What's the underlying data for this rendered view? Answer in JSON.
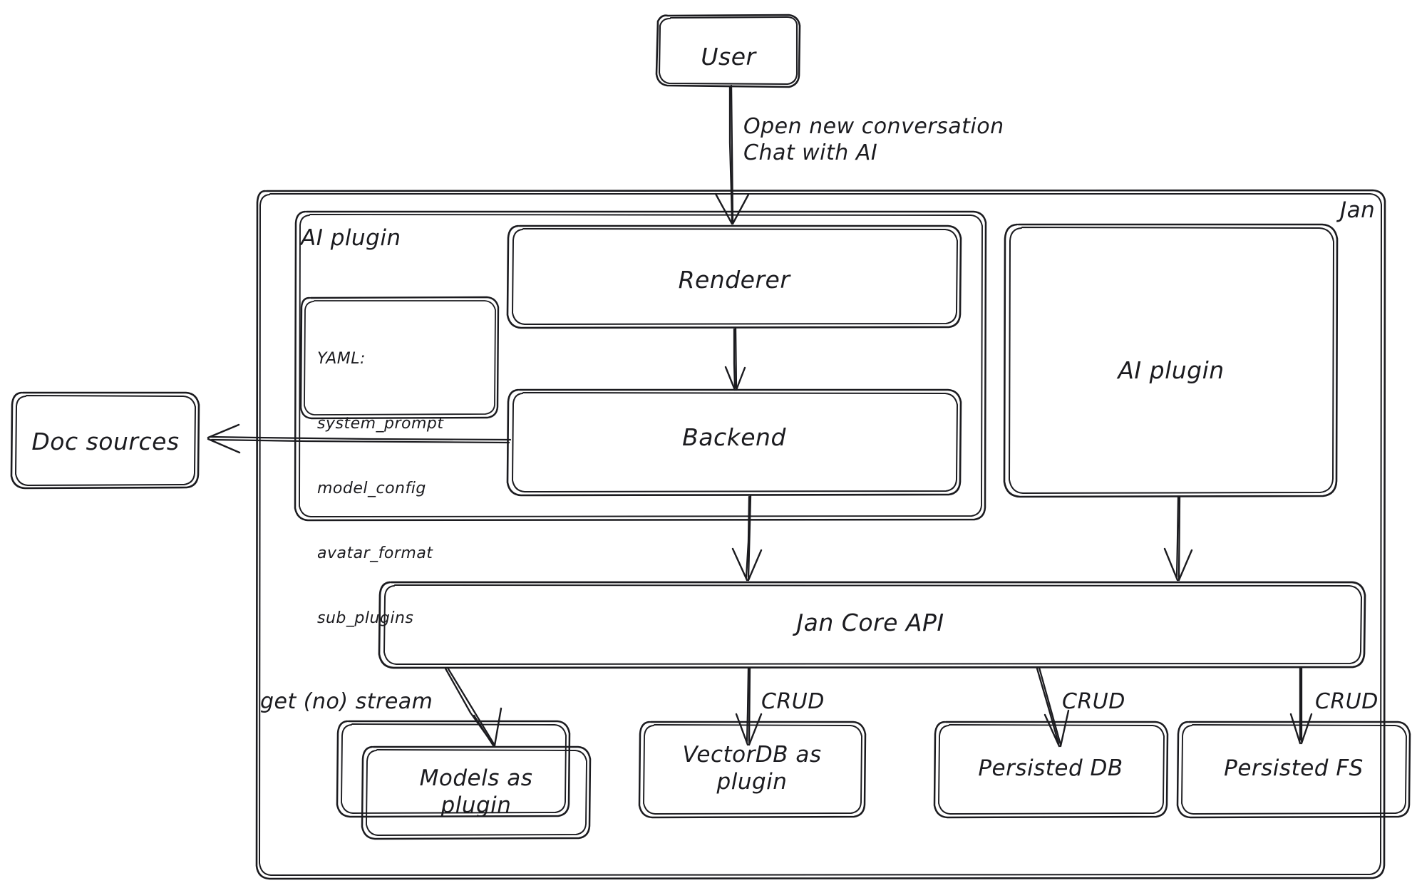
{
  "diagram": {
    "title": "Jan architecture",
    "style": "hand-drawn",
    "stroke_color": "#1b1b1f",
    "background_color": "#ffffff"
  },
  "nodes": {
    "user": {
      "label": "User"
    },
    "jan_container": {
      "label": "Jan"
    },
    "ai_plugin_group": {
      "label": "AI plugin"
    },
    "yaml_card": {
      "head": "YAML:",
      "lines": [
        "system_prompt",
        "model_config",
        "avatar_format",
        "sub_plugins"
      ]
    },
    "renderer": {
      "label": "Renderer"
    },
    "backend": {
      "label": "Backend"
    },
    "ai_plugin_box": {
      "label": "AI plugin"
    },
    "doc_sources": {
      "label": "Doc sources"
    },
    "jan_core_api": {
      "label": "Jan Core API"
    },
    "models_plugin": {
      "label": "Models as\nplugin"
    },
    "vectordb_plugin": {
      "label": "VectorDB as\nplugin"
    },
    "persisted_db": {
      "label": "Persisted DB"
    },
    "persisted_fs": {
      "label": "Persisted FS"
    }
  },
  "edges": {
    "user_to_renderer": {
      "label": "Open new conversation\nChat with AI"
    },
    "renderer_to_backend": {
      "label": ""
    },
    "backend_to_doc_sources": {
      "label": ""
    },
    "backend_to_core": {
      "label": ""
    },
    "ai_plugin_to_core": {
      "label": ""
    },
    "core_to_models": {
      "label": "get (no) stream"
    },
    "core_to_vectordb": {
      "label": "CRUD"
    },
    "core_to_persisted_db": {
      "label": "CRUD"
    },
    "core_to_persisted_fs": {
      "label": "CRUD"
    }
  }
}
